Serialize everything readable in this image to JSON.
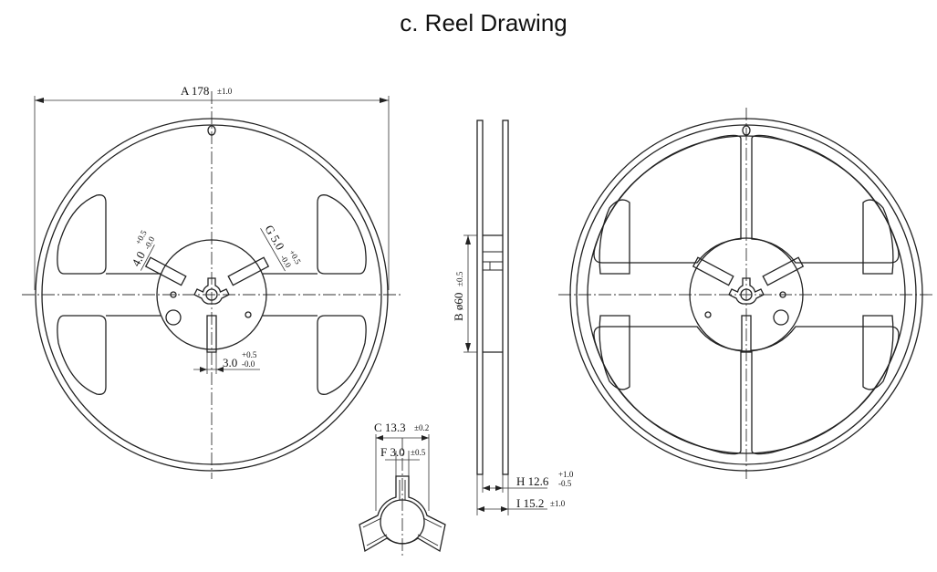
{
  "title": "c. Reel Drawing",
  "dimensions": {
    "A": {
      "letter": "A",
      "value": "178",
      "tol": "±1.0"
    },
    "B": {
      "letter": "B",
      "value": "ø60",
      "tol": "±0.5"
    },
    "C": {
      "letter": "C",
      "value": "13.3",
      "tol": "±0.2"
    },
    "F": {
      "letter": "F",
      "value": "3.0",
      "tol": "±0.5"
    },
    "G": {
      "letter": "G",
      "value": "5.0",
      "tol_plus": "+0.5",
      "tol_minus": "-0.0"
    },
    "H": {
      "letter": "H",
      "value": "12.6",
      "tol_plus": "+1.0",
      "tol_minus": "-0.5"
    },
    "I": {
      "letter": "I",
      "value": "15.2",
      "tol": "±1.0"
    },
    "slot_width": {
      "value": "4.0",
      "tol_plus": "+0.5",
      "tol_minus": "-0.0"
    },
    "slot_gap": {
      "value": "3.0",
      "tol_plus": "+0.5",
      "tol_minus": "-0.0"
    }
  }
}
